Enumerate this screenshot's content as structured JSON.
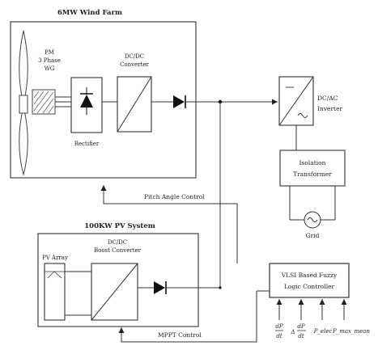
{
  "wind_farm": {
    "title": "6MW Wind Farm",
    "generator": [
      "PM",
      "3 Phase",
      "WG"
    ],
    "rectifier": "Rectifier",
    "dcdc": [
      "DC/DC",
      "Converter"
    ]
  },
  "inverter": {
    "label": [
      "DC/AC",
      "Inverter"
    ]
  },
  "transformer": {
    "label": [
      "Isolation",
      "Transformer"
    ]
  },
  "grid": {
    "label": "Grid"
  },
  "pitch": {
    "label": "Pitch Angle Control"
  },
  "pv_system": {
    "title": "100KW PV System",
    "dcdc": [
      "DC/DC",
      "Boost Converter"
    ],
    "pv_array": "PV Array"
  },
  "controller": {
    "label": [
      "VLSI Based Fuzzy",
      "Logic Controller"
    ]
  },
  "mppt": {
    "label": "MPPT Control"
  },
  "inputs": {
    "dp_dt": [
      "dP",
      "dt"
    ],
    "d2p": [
      "Δ",
      "dP",
      "dt"
    ],
    "p_elec": "P_elec",
    "p_max_mean": "P_max_mean"
  }
}
